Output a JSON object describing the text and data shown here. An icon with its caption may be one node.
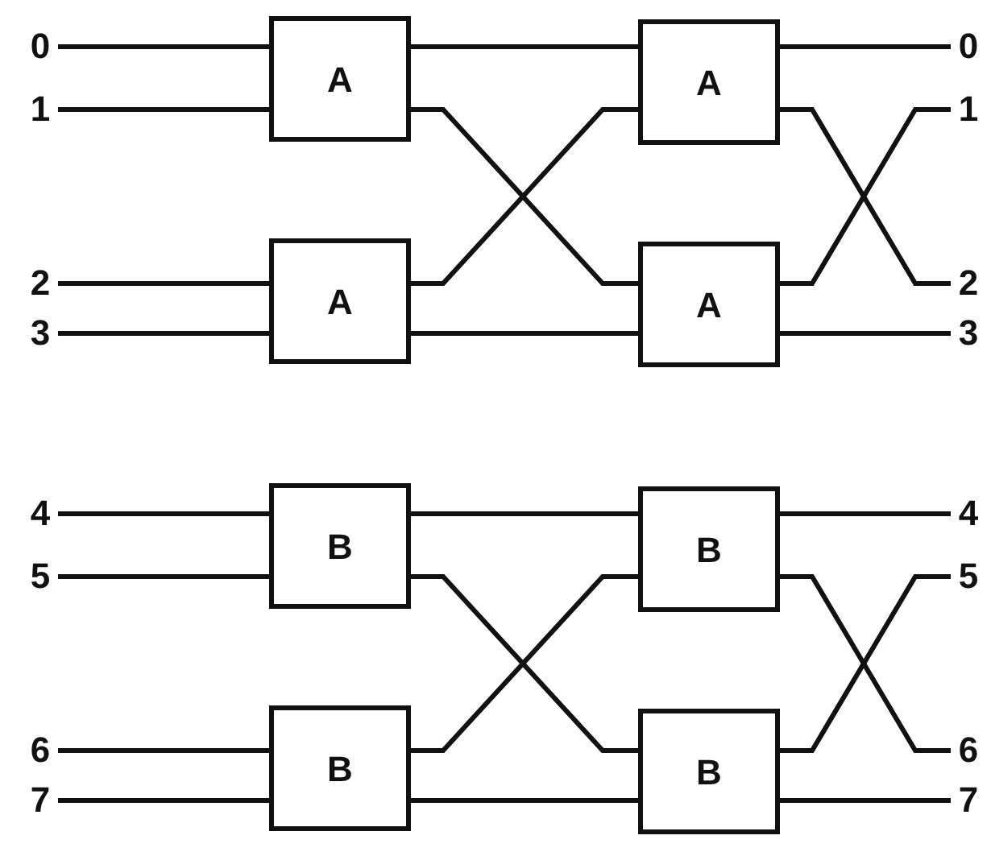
{
  "diagram": {
    "nodes": [
      {
        "text": [
          "0"
        ]
      },
      {
        "text": [
          "1"
        ]
      },
      {
        "text": [
          "2"
        ]
      },
      {
        "text": [
          "3"
        ]
      },
      {
        "text": [
          "A"
        ]
      },
      {
        "text": [
          "A"
        ]
      },
      {
        "text": [
          "A"
        ]
      },
      {
        "text": [
          "A"
        ]
      },
      {
        "text": [
          "0"
        ]
      },
      {
        "text": [
          "1"
        ]
      },
      {
        "text": [
          "2"
        ]
      },
      {
        "text": [
          "3"
        ]
      },
      {
        "text": [
          "4"
        ]
      },
      {
        "text": [
          "5"
        ]
      },
      {
        "text": [
          "6"
        ]
      },
      {
        "text": [
          "7"
        ]
      },
      {
        "text": [
          "B"
        ]
      },
      {
        "text": [
          "B"
        ]
      },
      {
        "text": [
          "B"
        ]
      },
      {
        "text": [
          "B"
        ]
      },
      {
        "text": [
          "4"
        ]
      },
      {
        "text": [
          "5"
        ]
      },
      {
        "text": [
          "6"
        ]
      },
      {
        "text": [
          "7"
        ]
      }
    ],
    "edges": [
      {
        "from": 0,
        "to": 4,
        "arrow": "none"
      },
      {
        "from": 1,
        "to": 4,
        "arrow": "none"
      },
      {
        "from": 2,
        "to": 6,
        "arrow": "none"
      },
      {
        "from": 3,
        "to": 6,
        "arrow": "none"
      },
      {
        "from": 4,
        "to": 5,
        "arrow": "none"
      },
      {
        "from": 4,
        "to": 7,
        "arrow": "none"
      },
      {
        "from": 6,
        "to": 5,
        "arrow": "none"
      },
      {
        "from": 6,
        "to": 7,
        "arrow": "none"
      },
      {
        "from": 5,
        "to": 8,
        "arrow": "none"
      },
      {
        "from": 5,
        "to": 10,
        "arrow": "none"
      },
      {
        "from": 7,
        "to": 9,
        "arrow": "none"
      },
      {
        "from": 7,
        "to": 11,
        "arrow": "none"
      },
      {
        "from": 12,
        "to": 16,
        "arrow": "none"
      },
      {
        "from": 13,
        "to": 16,
        "arrow": "none"
      },
      {
        "from": 14,
        "to": 18,
        "arrow": "none"
      },
      {
        "from": 15,
        "to": 18,
        "arrow": "none"
      },
      {
        "from": 16,
        "to": 17,
        "arrow": "none"
      },
      {
        "from": 16,
        "to": 19,
        "arrow": "none"
      },
      {
        "from": 18,
        "to": 17,
        "arrow": "none"
      },
      {
        "from": 18,
        "to": 19,
        "arrow": "none"
      },
      {
        "from": 17,
        "to": 20,
        "arrow": "none"
      },
      {
        "from": 17,
        "to": 22,
        "arrow": "none"
      },
      {
        "from": 19,
        "to": 21,
        "arrow": "none"
      },
      {
        "from": 19,
        "to": 23,
        "arrow": "none"
      }
    ]
  }
}
